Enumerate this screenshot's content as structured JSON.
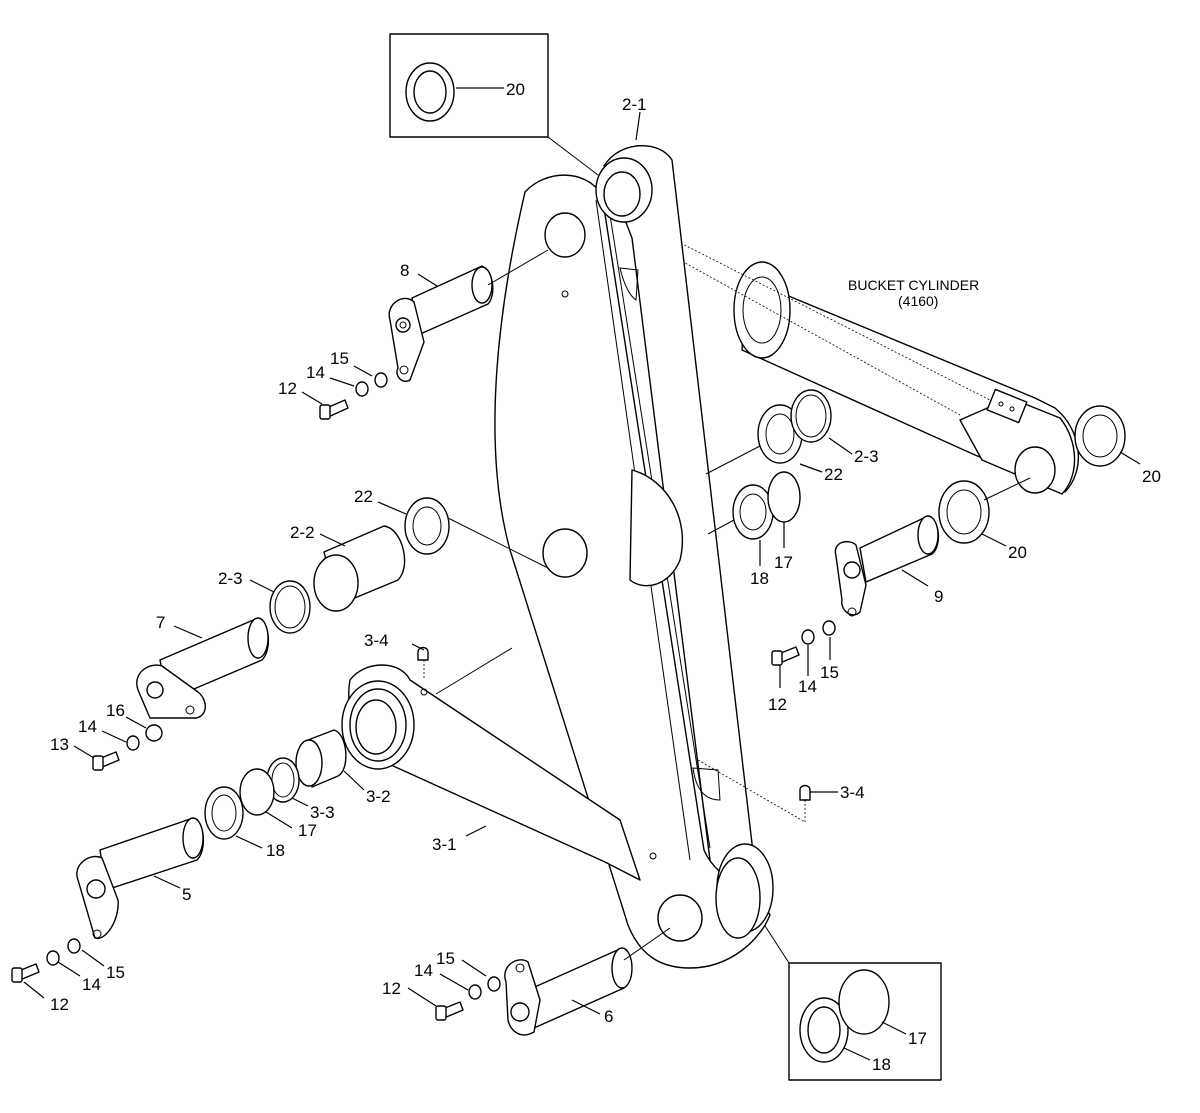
{
  "labels": {
    "l_2_1": "2-1",
    "l_20_top": "20",
    "l_8": "8",
    "l_15_a": "15",
    "l_14_a": "14",
    "l_12_a": "12",
    "l_22_upper": "22",
    "l_2_3_upper": "2-3",
    "l_20_right": "20",
    "l_22_mid": "22",
    "l_2_2": "2-2",
    "l_2_3_lower": "2-3",
    "l_18_mid": "18",
    "l_17_mid": "17",
    "l_20_pin9": "20",
    "l_9": "9",
    "l_7": "7",
    "l_3_4_upper": "3-4",
    "l_16": "16",
    "l_14_b": "14",
    "l_13": "13",
    "l_15_b": "15",
    "l_14_c": "14",
    "l_12_b": "12",
    "l_3_2": "3-2",
    "l_3_3": "3-3",
    "l_17_low": "17",
    "l_18_low": "18",
    "l_3_1": "3-1",
    "l_3_4_lower": "3-4",
    "l_5": "5",
    "l_15_c": "15",
    "l_14_d": "14",
    "l_12_c": "12",
    "l_15_d": "15",
    "l_14_e": "14",
    "l_12_d": "12",
    "l_6": "6",
    "l_17_box": "17",
    "l_18_box": "18"
  },
  "callouts": {
    "bucket_cylinder": "BUCKET CYLINDER",
    "bucket_cylinder_ref": "(4160)"
  }
}
